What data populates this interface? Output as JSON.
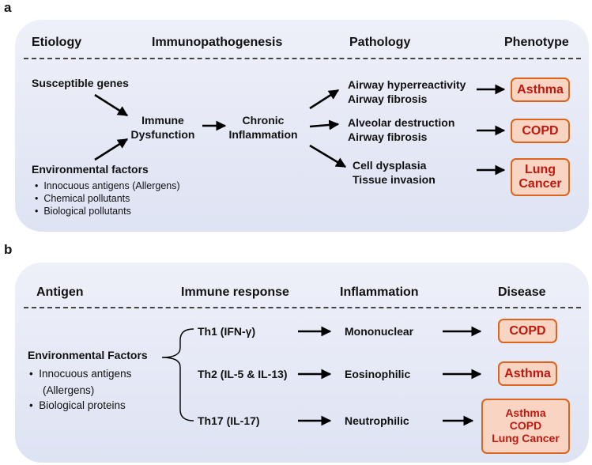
{
  "panel_a": {
    "letter": "a",
    "headers": {
      "etiology": "Etiology",
      "immunopathogenesis": "Immunopathogenesis",
      "pathology": "Pathology",
      "phenotype": "Phenotype"
    },
    "susceptible_genes": "Susceptible genes",
    "environmental_factors": "Environmental factors",
    "env_items": [
      "Innocuous antigens (Allergens)",
      "Chemical pollutants",
      "Biological pollutants"
    ],
    "immune_dysfunction": [
      "Immune",
      "Dysfunction"
    ],
    "chronic_inflammation": [
      "Chronic",
      "Inflammation"
    ],
    "pathology": [
      [
        "Airway hyperreactivity",
        "Airway fibrosis"
      ],
      [
        "Alveolar destruction",
        "Airway fibrosis"
      ],
      [
        "Cell dysplasia",
        "Tissue invasion"
      ]
    ],
    "phenotypes": [
      [
        "Asthma"
      ],
      [
        "COPD"
      ],
      [
        "Lung",
        "Cancer"
      ]
    ]
  },
  "panel_b": {
    "letter": "b",
    "headers": {
      "antigen": "Antigen",
      "immune_response": "Immune response",
      "inflammation": "Inflammation",
      "disease": "Disease"
    },
    "environmental_factors": "Environmental Factors",
    "env_items": [
      "Innocuous antigens",
      "(Allergens)",
      "Biological proteins"
    ],
    "responses": [
      "Th1 (IFN-γ)",
      "Th2 (IL-5 & IL-13)",
      "Th17 (IL-17)"
    ],
    "inflammations": [
      "Mononuclear",
      "Eosinophilic",
      "Neutrophilic"
    ],
    "diseases": [
      [
        "COPD"
      ],
      [
        "Asthma"
      ],
      [
        "Asthma",
        "COPD",
        "Lung Cancer"
      ]
    ]
  },
  "colors": {
    "panel_bg": "#e4e8f5",
    "badge_fill": "#fad4c2",
    "badge_border": "#d9651f",
    "badge_text": "#c0180f"
  }
}
